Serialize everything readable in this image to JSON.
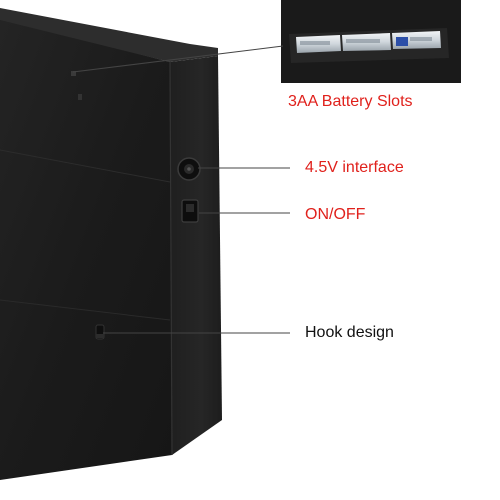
{
  "image": {
    "subject": "black battery-box back panel with callouts",
    "callouts": [
      {
        "id": "battery",
        "label": "3AA Battery Slots",
        "icon": "battery-slots-inset"
      },
      {
        "id": "interface",
        "label": "4.5V interface",
        "icon": "dc-jack"
      },
      {
        "id": "onoff",
        "label": "ON/OFF",
        "icon": "rocker-switch"
      },
      {
        "id": "hook",
        "label": "Hook design",
        "icon": "hook-slot"
      }
    ],
    "colors": {
      "background": "#ffffff",
      "device_front": "#1c1c1c",
      "device_side": "#242424",
      "device_top": "#2b2b2b",
      "callout_line": "#444444",
      "label_red": "#e0211c",
      "label_black": "#111111",
      "battery_body": "#d8dde2"
    }
  }
}
